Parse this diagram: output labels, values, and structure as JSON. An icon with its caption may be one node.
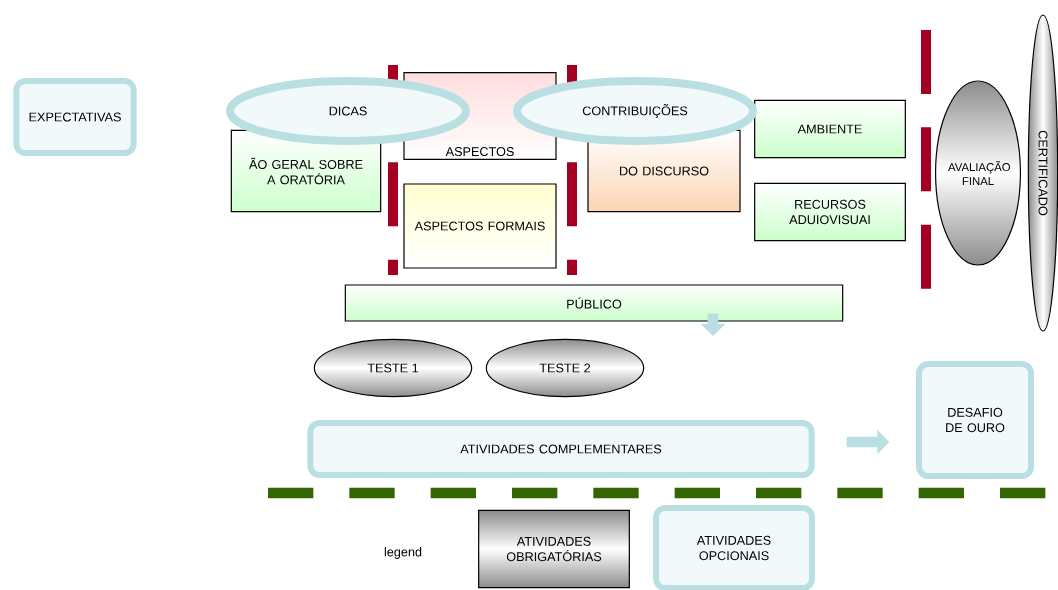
{
  "diagram": {
    "nodes": [
      {
        "text": [
          "EXPECTATIVAS"
        ]
      },
      {
        "text": [
          "DICAS"
        ]
      },
      {
        "text": [
          "ASPECTOS"
        ]
      },
      {
        "text": [
          "CONTRIBUIÇÕES"
        ]
      },
      {
        "text": [
          "AMBIENTE"
        ]
      },
      {
        "text": [
          "AVALIAÇÃO FINAL"
        ]
      },
      {
        "text": [
          "CERTIFICADO"
        ]
      },
      {
        "text": [
          "ÃO GERAL SOBRE A ORATÓRIA"
        ]
      },
      {
        "text": [
          "DO DISCURSO"
        ]
      },
      {
        "text": [
          "ASPECTOS FORMAIS"
        ]
      },
      {
        "text": [
          "RECURSOS ADUIOVISUAI"
        ]
      },
      {
        "text": [
          "PÚBLICO"
        ]
      },
      {
        "text": [
          "TESTE 1"
        ]
      },
      {
        "text": [
          "TESTE 2"
        ]
      },
      {
        "text": [
          "ATIVIDADES COMPLEMENTARES"
        ]
      },
      {
        "text": [
          "DESAFIO DE OURO"
        ]
      }
    ],
    "edges": [
      {
        "from": 11,
        "to": null,
        "arrow": "to"
      },
      {
        "from": 14,
        "to": 15,
        "arrow": "to"
      }
    ],
    "labels": [
      "legend"
    ],
    "legend": [
      {
        "text": "ATIVIDADES OBRIGATÓRIAS"
      },
      {
        "text": "ATIVIDADES OPCIONAIS"
      }
    ]
  }
}
